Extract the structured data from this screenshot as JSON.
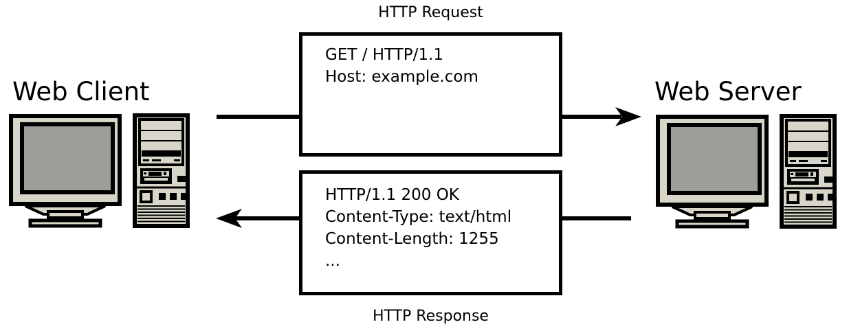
{
  "diagram": {
    "client": {
      "label": "Web Client",
      "icon": "desktop-computer-icon"
    },
    "server": {
      "label": "Web Server",
      "icon": "desktop-computer-icon"
    },
    "request": {
      "title": "HTTP Request",
      "direction": "client-to-server",
      "lines": [
        "GET / HTTP/1.1",
        "Host: example.com"
      ]
    },
    "response": {
      "title": "HTTP Response",
      "direction": "server-to-client",
      "lines": [
        "HTTP/1.1 200 OK",
        "Content-Type: text/html",
        "Content-Length: 1255",
        "..."
      ]
    },
    "colors": {
      "case": "#d8d6c8",
      "screen": "#9e9e99",
      "line": "#000000",
      "bg": "#ffffff"
    }
  }
}
